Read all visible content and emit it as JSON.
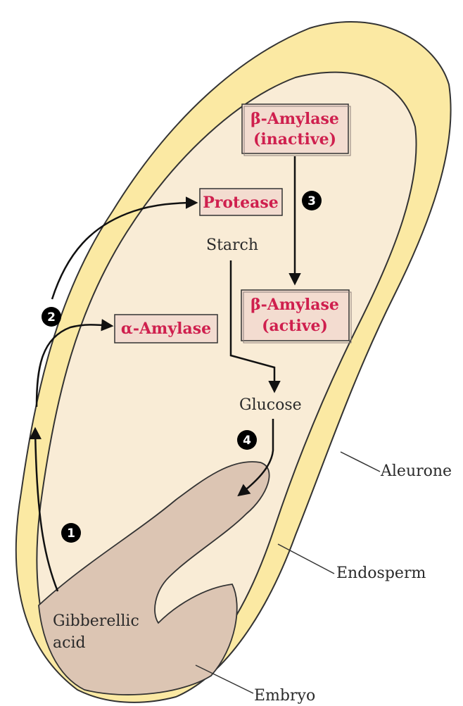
{
  "colors": {
    "aleurone": "#fbe9a3",
    "endosperm": "#f9ecd6",
    "embryo": "#dcc5b3",
    "enzyme_text": "#cf1f4e",
    "enzyme_box": "#f3dcd0"
  },
  "enzymes": {
    "beta_inactive": {
      "line1": "β-Amylase",
      "line2": "(inactive)"
    },
    "protease": {
      "label": "Protease"
    },
    "alpha_amylase": {
      "label": "α-Amylase"
    },
    "beta_active": {
      "line1": "β-Amylase",
      "line2": "(active)"
    }
  },
  "molecules": {
    "starch": "Starch",
    "glucose": "Glucose",
    "gibberellic_line1": "Gibberellic",
    "gibberellic_line2": "acid"
  },
  "steps": [
    "1",
    "2",
    "3",
    "4"
  ],
  "tissues": {
    "aleurone": "Aleurone",
    "endosperm": "Endosperm",
    "embryo": "Embryo"
  }
}
